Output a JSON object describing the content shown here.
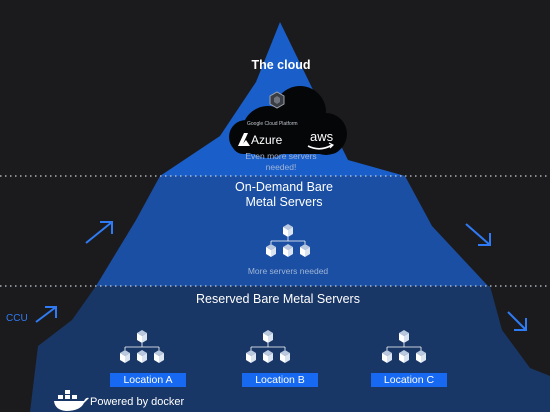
{
  "iceberg": {
    "tip_title": "The cloud",
    "tip_note": "Even more servers needed!",
    "middle_title": "On-Demand Bare Metal Servers",
    "middle_note": "More servers needed",
    "base_title": "Reserved Bare Metal Servers",
    "locations": [
      "Location A",
      "Location B",
      "Location C"
    ]
  },
  "cloud_providers": {
    "gcp": "Google Cloud Platform",
    "azure": "Azure",
    "aws": "aws"
  },
  "side_label": "CCU",
  "footer": "Powered by docker",
  "colors": {
    "background": "#1b1b1d",
    "tip": "#1a5fc9",
    "middle": "#1a4fa3",
    "base": "#193766",
    "accent": "#1669f0",
    "cloud": "#050608"
  }
}
